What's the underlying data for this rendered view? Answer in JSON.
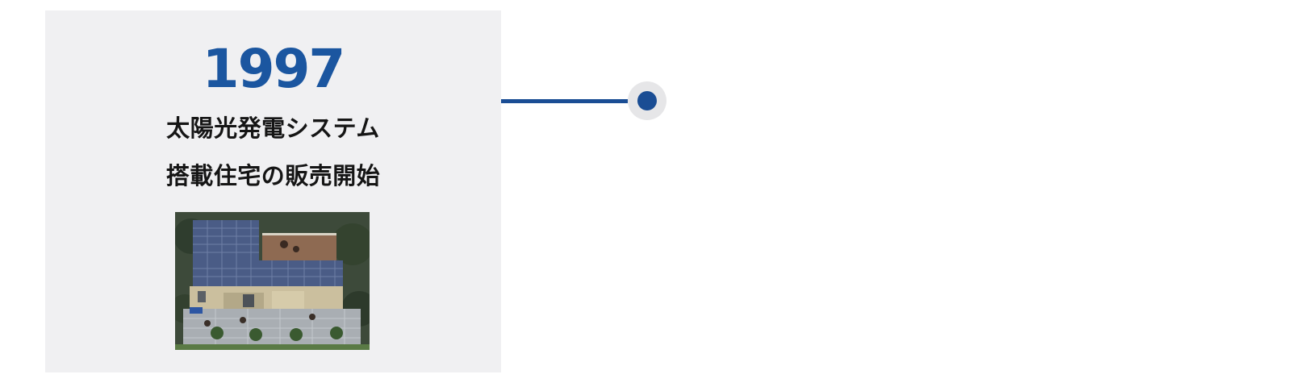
{
  "timeline_entry": {
    "year": "1997",
    "caption_line1": "太陽光発電システム",
    "caption_line2": "搭載住宅の販売開始",
    "photo_alt": "太陽光発電システム搭載住宅"
  },
  "colors": {
    "accent": "#1b56a0",
    "connector": "#1a4d94",
    "card_bg": "#f0f0f2",
    "marker_ring": "#e6e6e8"
  }
}
